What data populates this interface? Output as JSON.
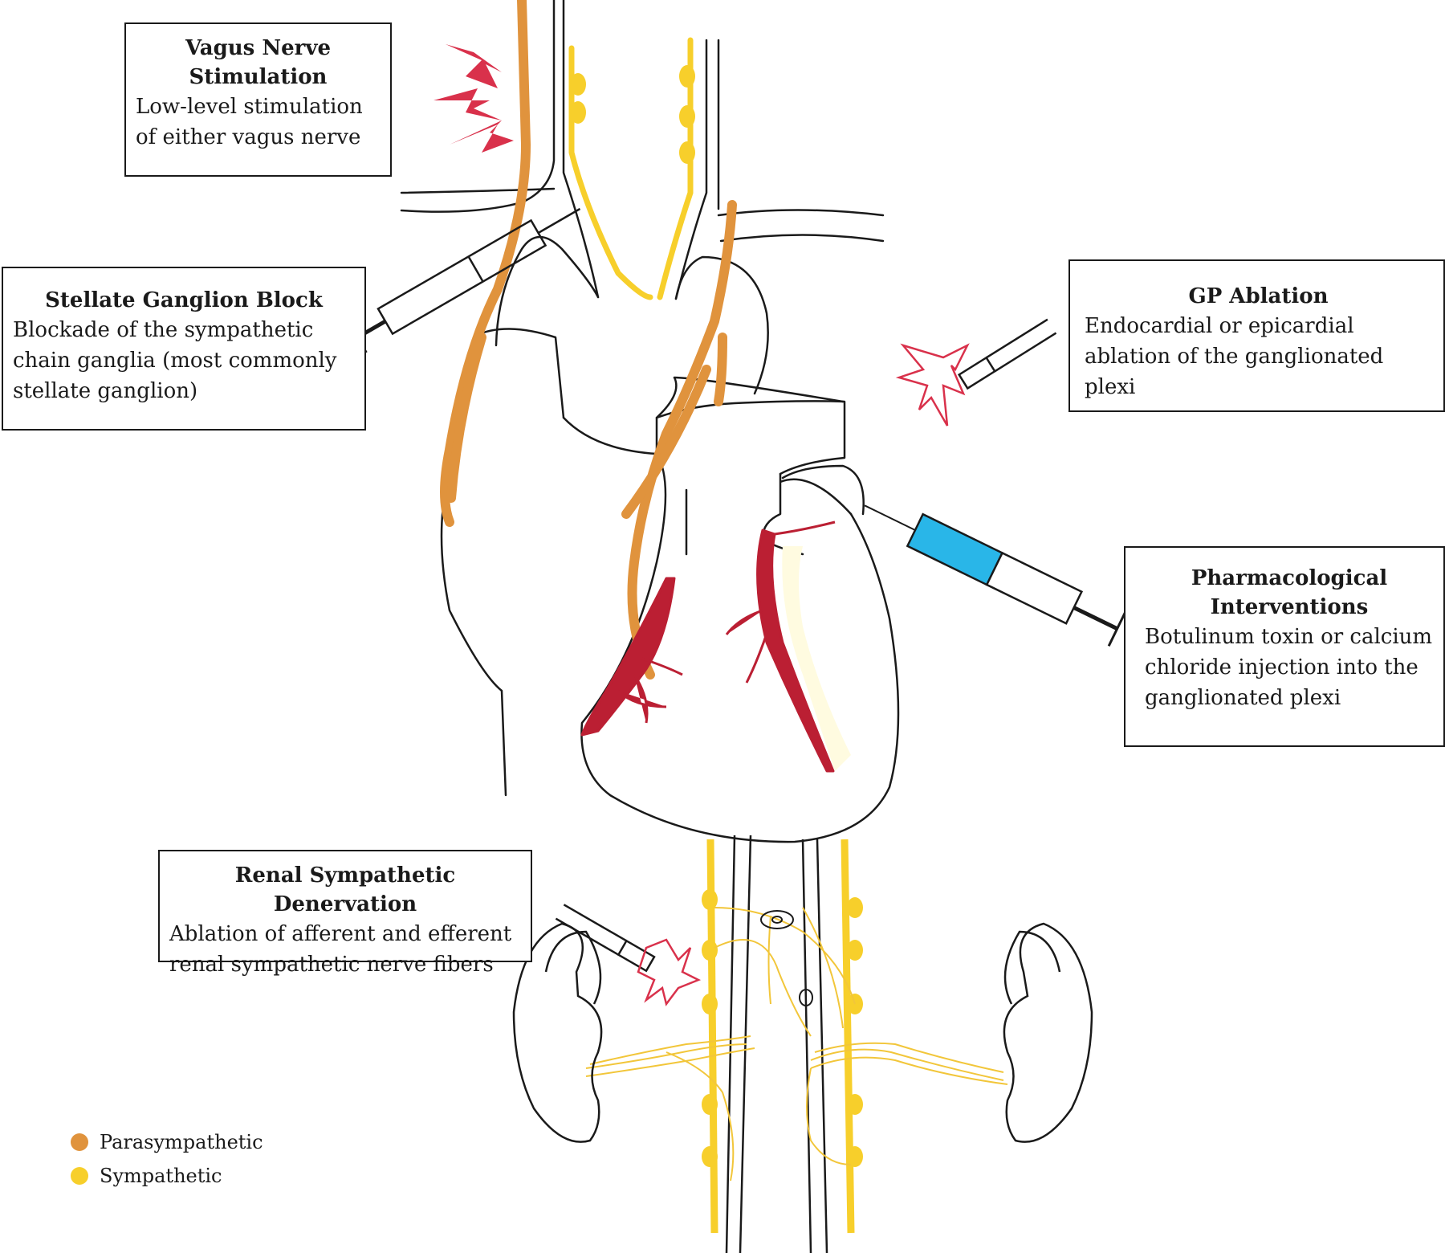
{
  "colors": {
    "parasympathetic": "#e0933d",
    "sympathetic": "#f7cf2b",
    "vessel": "#bb1f33",
    "spark": "#d9314b",
    "syringe_fluid": "#29b6e8"
  },
  "boxes": {
    "vagus": {
      "title": "Vagus Nerve Stimulation",
      "description": "Low-level stimulation of either vagus nerve"
    },
    "stellate": {
      "title": "Stellate Ganglion Block",
      "description": "Blockade of the sympathetic chain ganglia (most commonly stellate ganglion)"
    },
    "gp": {
      "title": "GP Ablation",
      "description": "Endocardial or epicardial ablation of the ganglionated plexi"
    },
    "pharm": {
      "title": "Pharmacological Interventions",
      "description": "Botulinum toxin or calcium chloride injection into the ganglionated plexi"
    },
    "renal": {
      "title": "Renal Sympathetic Denervation",
      "description": "Ablation of afferent and efferent renal sympathetic nerve fibers"
    }
  },
  "legend": [
    {
      "label": "Parasympathetic",
      "color": "#e0933d"
    },
    {
      "label": "Sympathetic",
      "color": "#f7cf2b"
    }
  ]
}
